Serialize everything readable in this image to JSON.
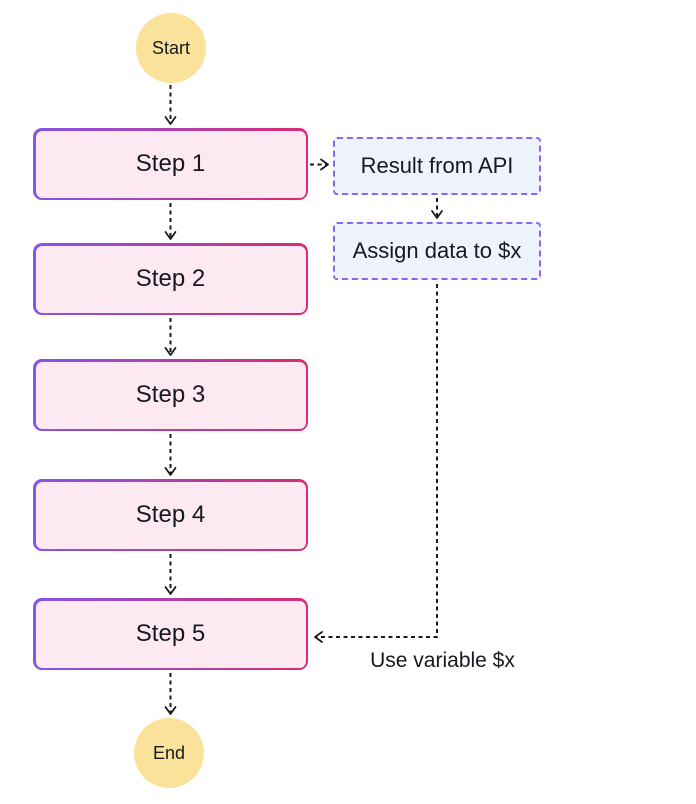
{
  "diagram": {
    "start_node": {
      "label": "Start"
    },
    "end_node": {
      "label": "End"
    },
    "steps": [
      {
        "label": "Step 1"
      },
      {
        "label": "Step 2"
      },
      {
        "label": "Step 3"
      },
      {
        "label": "Step 4"
      },
      {
        "label": "Step 5"
      }
    ],
    "notes": [
      {
        "label": "Result from API"
      },
      {
        "label": "Assign data to $x"
      }
    ],
    "edge_label": "Use variable $x",
    "colors": {
      "node_fill": "#FAE29B",
      "step_fill": "#FDE9F2",
      "step_border_from": "#8355EB",
      "step_border_to": "#DC2A70",
      "note_fill": "#EFF3FD",
      "note_border": "#8A66F0",
      "arrow": "#1B1B1B",
      "text": "#16191F"
    }
  }
}
